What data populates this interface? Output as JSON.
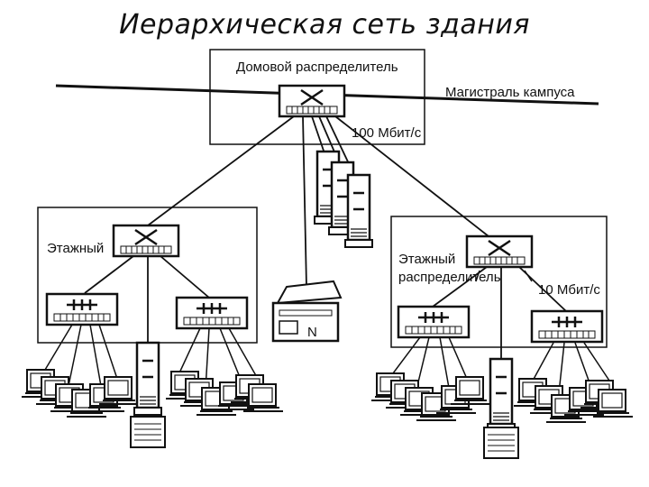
{
  "slide": {
    "title": "Иерархическая сеть здания"
  },
  "diagram": {
    "building_distributor_label": "Домовой распределитель",
    "campus_backbone_label": "Магистраль кампуса",
    "speed_100_label": "100 Мбит/с",
    "floor_left_label": "Этажный",
    "floor_right_label_line1": "Этажный",
    "floor_right_label_line2": "распределитель",
    "speed_10_label": "10 Мбит/с",
    "printer_label": "N"
  },
  "colors": {
    "stroke": "#111111",
    "background": "#ffffff"
  }
}
